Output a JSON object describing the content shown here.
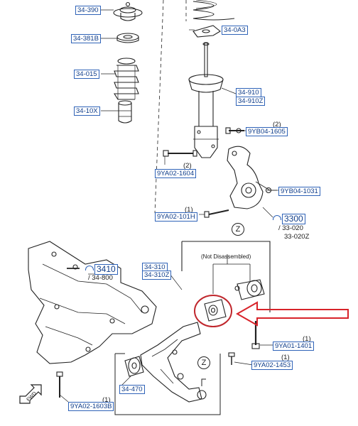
{
  "parts": {
    "strut_mount": "34-390",
    "bearing": "34-381B",
    "dust_boot": "34-015",
    "bump_stop": "34-10X",
    "spring_seat": "34-0A3",
    "strut_assembly": "34-910",
    "strut_assembly_alt": "34-910Z",
    "bolt_1605": "9YB04-1605",
    "bolt_1604": "9YA02-1604",
    "nut_1031": "9YB04-1031",
    "bolt_101h": "9YA02-101H",
    "knuckle_group": "3300",
    "knuckle_a": "/ 33-020",
    "knuckle_b": "33-020Z",
    "crossmember_group": "3410",
    "crossmember": "/ 34-800",
    "lower_arm": "34-310",
    "lower_arm_alt": "34-310Z",
    "not_disassembled": "(Not Disassembled)",
    "bolt_1401": "9YA01-1401",
    "bolt_1453": "9YA02-1453",
    "bushing": "34-470",
    "bolt_1603b": "9YA02-1603B",
    "qty_1": "(1)",
    "qty_2": "(2)",
    "zone_marker": "Z",
    "front_marker": "FWD"
  },
  "colors": {
    "label_border": "#2f63b8",
    "label_text": "#0f3d8a",
    "arrow": "#d8232a",
    "line": "#222222"
  }
}
